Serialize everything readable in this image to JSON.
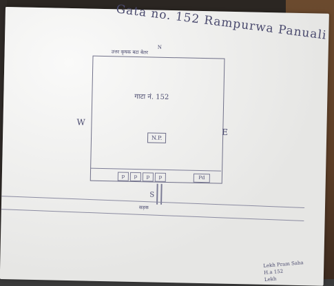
{
  "sheet": {
    "title": "Gata no. 152 Rampurwa Panuali",
    "north_note": "उत्तर कृषक बटा बेतर",
    "north_mark": "N",
    "plot_label": "गाटा नं. 152",
    "np_label": "N.P.",
    "west": "W",
    "east": "E",
    "south": "S",
    "road_label": "सड़क",
    "strip_cells": [
      "p",
      "p",
      "p",
      "p",
      "Pd"
    ],
    "corner_lines": [
      "Lekh Pram Saha",
      "H.a 152",
      "Lekh"
    ]
  }
}
